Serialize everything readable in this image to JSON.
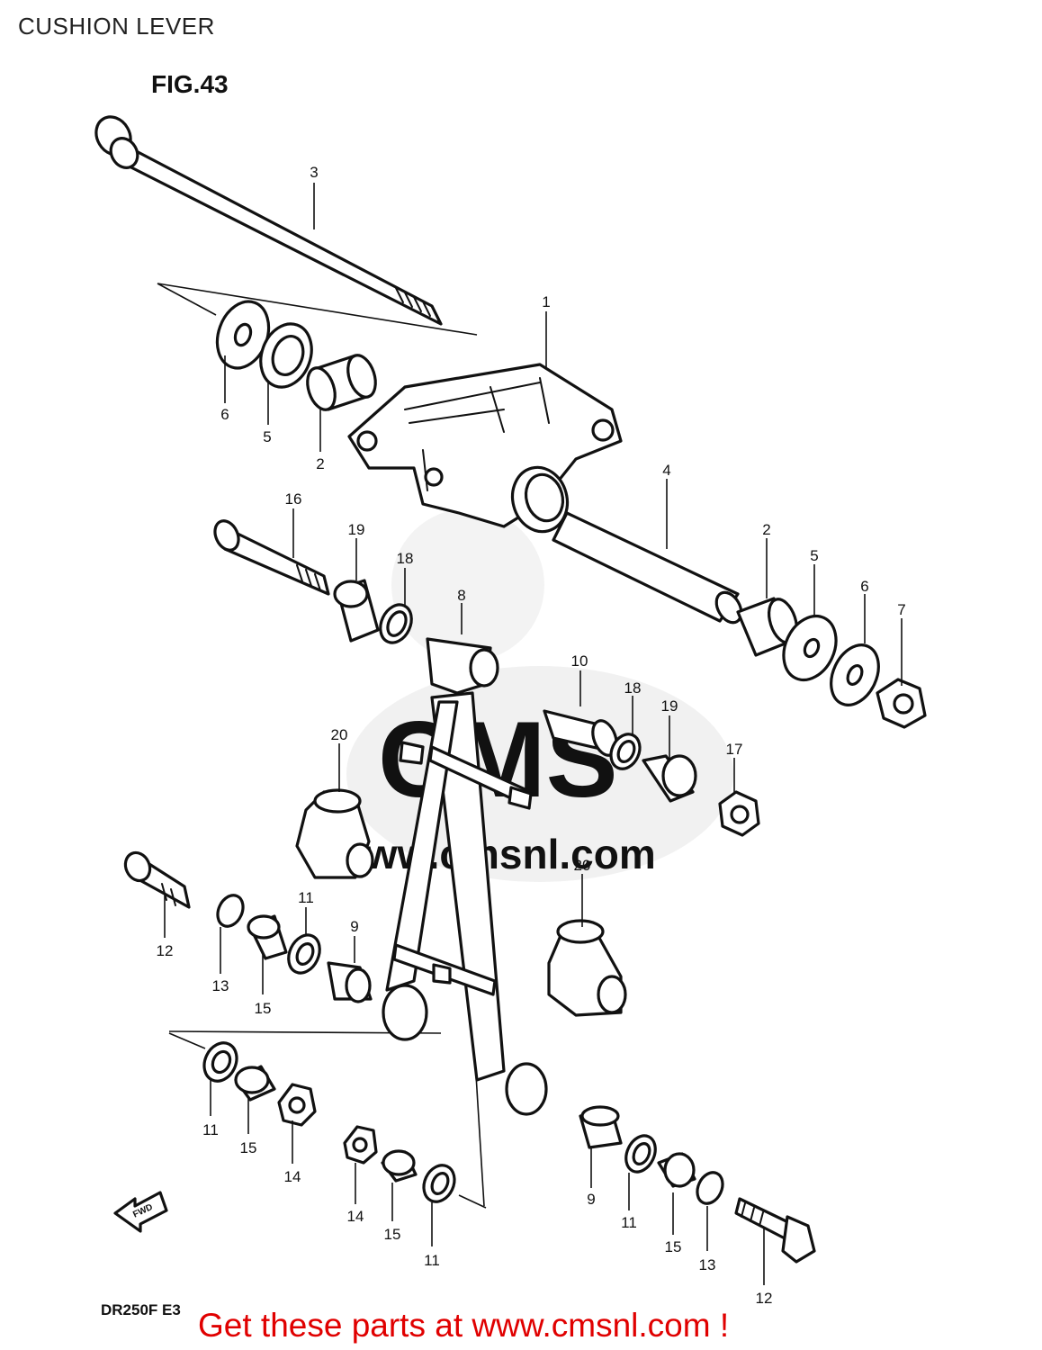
{
  "page": {
    "section_title": "CUSHION LEVER",
    "figure_label": "FIG.43",
    "model_code": "DR250F  E3",
    "direction_marker": "FWD",
    "watermark_text": "www.cmsnl.com",
    "watermark_logo_text": "CMS",
    "footer_text": "Get these parts at www.cmsnl.com !",
    "footer_color": "#e00000"
  },
  "callouts": [
    {
      "id": "c3",
      "number": "3"
    },
    {
      "id": "c1",
      "number": "1"
    },
    {
      "id": "c6a",
      "number": "6"
    },
    {
      "id": "c5a",
      "number": "5"
    },
    {
      "id": "c2a",
      "number": "2"
    },
    {
      "id": "c4",
      "number": "4"
    },
    {
      "id": "c2b",
      "number": "2"
    },
    {
      "id": "c5b",
      "number": "5"
    },
    {
      "id": "c6b",
      "number": "6"
    },
    {
      "id": "c7",
      "number": "7"
    },
    {
      "id": "c16",
      "number": "16"
    },
    {
      "id": "c19a",
      "number": "19"
    },
    {
      "id": "c18a",
      "number": "18"
    },
    {
      "id": "c8",
      "number": "8"
    },
    {
      "id": "c10",
      "number": "10"
    },
    {
      "id": "c18b",
      "number": "18"
    },
    {
      "id": "c19b",
      "number": "19"
    },
    {
      "id": "c17",
      "number": "17"
    },
    {
      "id": "c20a",
      "number": "20"
    },
    {
      "id": "c20b",
      "number": "20"
    },
    {
      "id": "c11a",
      "number": "11"
    },
    {
      "id": "c9a",
      "number": "9"
    },
    {
      "id": "c12a",
      "number": "12"
    },
    {
      "id": "c13a",
      "number": "13"
    },
    {
      "id": "c15a",
      "number": "15"
    },
    {
      "id": "c11b",
      "number": "11"
    },
    {
      "id": "c15b",
      "number": "15"
    },
    {
      "id": "c14a",
      "number": "14"
    },
    {
      "id": "c14b",
      "number": "14"
    },
    {
      "id": "c15c",
      "number": "15"
    },
    {
      "id": "c11c",
      "number": "11"
    },
    {
      "id": "c9b",
      "number": "9"
    },
    {
      "id": "c11d",
      "number": "11"
    },
    {
      "id": "c15d",
      "number": "15"
    },
    {
      "id": "c13b",
      "number": "13"
    },
    {
      "id": "c12b",
      "number": "12"
    }
  ]
}
